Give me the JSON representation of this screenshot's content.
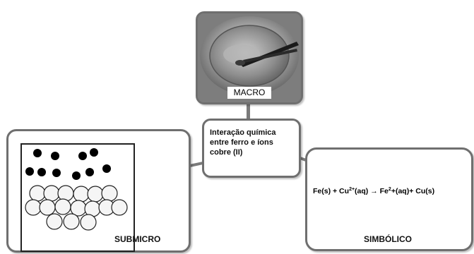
{
  "nodes": {
    "macro": {
      "label": "MACRO"
    },
    "center": {
      "text": "Interação química entre ferro e íons cobre (II)"
    },
    "submicro": {
      "label": "SUBMICRO"
    },
    "simbolico": {
      "label": "SIMBÓLICO",
      "equation": {
        "fe_left": "Fe(s) + Cu",
        "cu_charge": "2+",
        "aq": "(aq)",
        "arrow": "→",
        "fe_right": "Fe",
        "fe_charge": "2",
        "rest": "+(aq)+ Cu(s)"
      }
    }
  },
  "particles": {
    "black_count": 10,
    "white_count": 16
  },
  "colors": {
    "border": "#6f6f6f",
    "connector": "#7a7a7a",
    "black_particle": "#000000",
    "white_particle": "#f5f5f5"
  }
}
